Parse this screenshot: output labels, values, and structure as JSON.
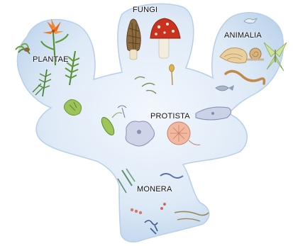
{
  "kingdoms": {
    "plantae": "PLANTAE",
    "fungi": "FUNGI",
    "animalia": "ANIMALIA",
    "protista": "PROTISTA",
    "monera": "MONERA"
  },
  "colors": {
    "background": "#ffffff",
    "tree_fill": "#dce9f7",
    "tree_edge": "#b7cfe8",
    "label_text": "#111111"
  }
}
